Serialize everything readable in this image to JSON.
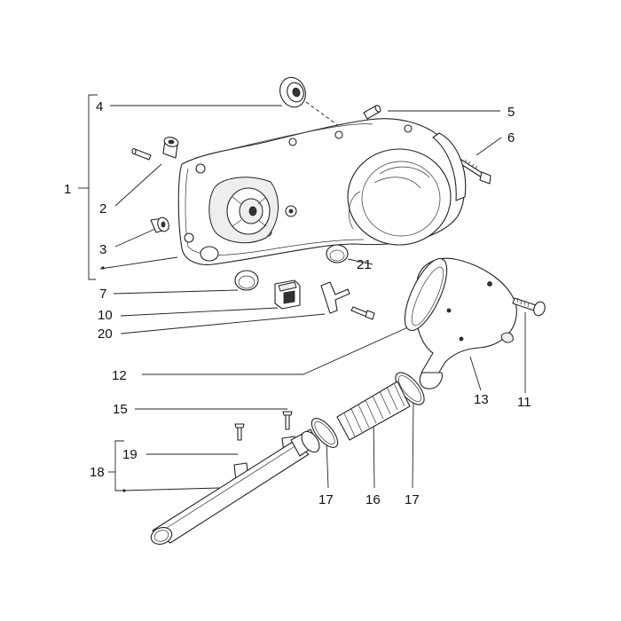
{
  "callouts": [
    {
      "id": "1",
      "label": "1"
    },
    {
      "id": "2",
      "label": "2"
    },
    {
      "id": "3",
      "label": "3"
    },
    {
      "id": "4",
      "label": "4"
    },
    {
      "id": "5",
      "label": "5"
    },
    {
      "id": "6",
      "label": "6"
    },
    {
      "id": "7",
      "label": "7"
    },
    {
      "id": "10",
      "label": "10"
    },
    {
      "id": "11",
      "label": "11"
    },
    {
      "id": "12",
      "label": "12"
    },
    {
      "id": "13",
      "label": "13"
    },
    {
      "id": "15",
      "label": "15"
    },
    {
      "id": "16",
      "label": "16"
    },
    {
      "id": "17a",
      "label": "17"
    },
    {
      "id": "17b",
      "label": "17"
    },
    {
      "id": "18",
      "label": "18"
    },
    {
      "id": "19",
      "label": "19"
    },
    {
      "id": "20",
      "label": "20"
    },
    {
      "id": "21",
      "label": "21"
    }
  ]
}
